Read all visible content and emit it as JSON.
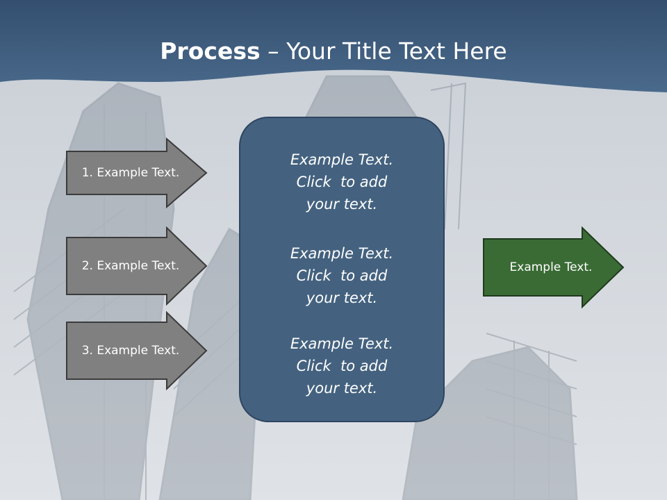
{
  "slide": {
    "title_bold": "Process",
    "title_rest": " – Your Title Text Here",
    "colors": {
      "header_band": "#3f5f82",
      "box_fill": "#44627f",
      "gray_arrow": "#808080",
      "green_arrow": "#3a6b35"
    }
  },
  "inputs": [
    {
      "label": "1. Example Text.",
      "icon": "right-arrow-shape"
    },
    {
      "label": "2. Example Text.",
      "icon": "right-arrow-shape"
    },
    {
      "label": "3. Example Text.",
      "icon": "right-arrow-shape"
    }
  ],
  "center_box": {
    "blocks": [
      [
        "Example Text.",
        "Click  to add",
        "your text."
      ],
      [
        "Example Text.",
        "Click  to add",
        "your text."
      ],
      [
        "Example Text.",
        "Click  to add",
        "your text."
      ]
    ]
  },
  "output": {
    "label": "Example Text.",
    "icon": "right-arrow-shape"
  }
}
